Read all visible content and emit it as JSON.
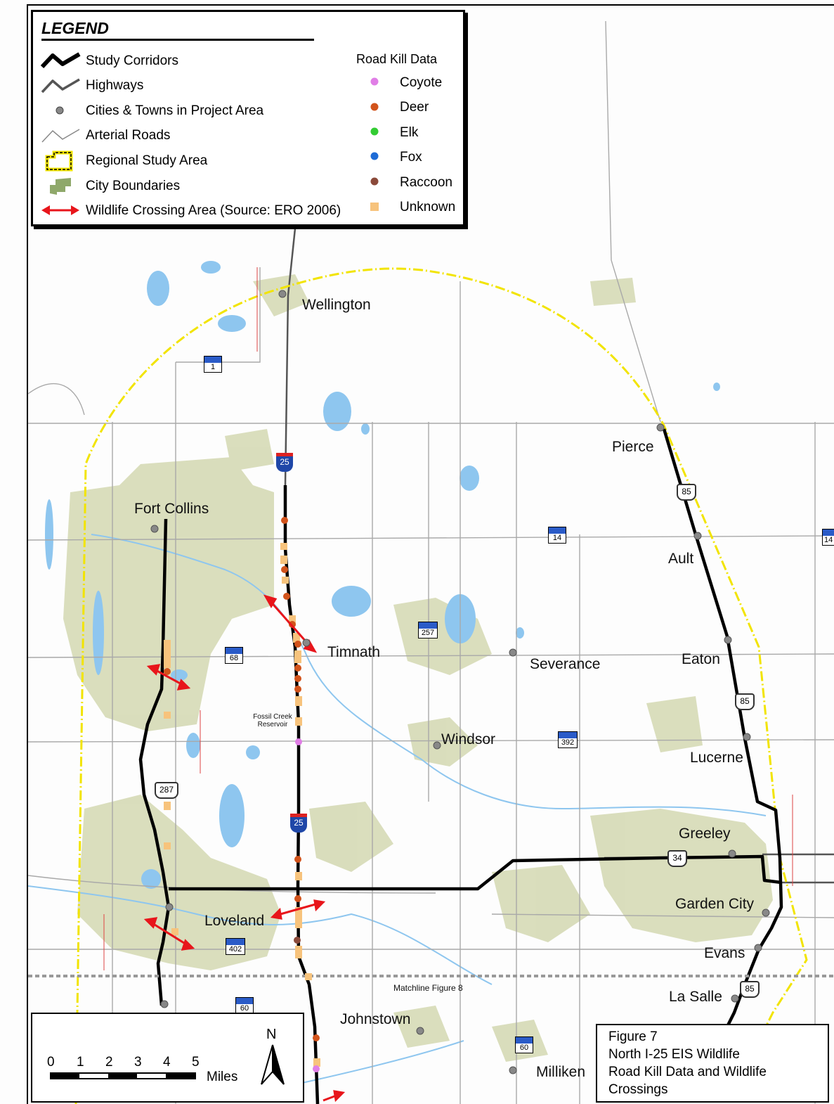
{
  "legend": {
    "title": "LEGEND",
    "items": [
      {
        "label": "Study Corridors",
        "icon": "thick-black-line-icon"
      },
      {
        "label": "Highways",
        "icon": "dark-gray-line-icon"
      },
      {
        "label": "Cities & Towns in Project Area",
        "icon": "gray-dot-icon"
      },
      {
        "label": "Arterial Roads",
        "icon": "thin-gray-line-icon"
      },
      {
        "label": "Regional Study Area",
        "icon": "yellow-dashed-outline-icon"
      },
      {
        "label": "City Boundaries",
        "icon": "green-polygon-icon"
      },
      {
        "label": "Wildlife Crossing Area (Source: ERO 2006)",
        "icon": "red-double-arrow-icon"
      }
    ],
    "roadkill_title": "Road Kill Data",
    "roadkill": [
      {
        "label": "Coyote",
        "color": "#e07ee6"
      },
      {
        "label": "Deer",
        "color": "#d2531b"
      },
      {
        "label": "Elk",
        "color": "#33cc33"
      },
      {
        "label": "Fox",
        "color": "#1e6bd6"
      },
      {
        "label": "Raccoon",
        "color": "#8b4a3a"
      },
      {
        "label": "Unknown",
        "color": "#f7c37c"
      }
    ]
  },
  "cities": {
    "wellington": "Wellington",
    "pierce": "Pierce",
    "fort_collins": "Fort Collins",
    "ault": "Ault",
    "timnath": "Timnath",
    "severance": "Severance",
    "eaton": "Eaton",
    "windsor": "Windsor",
    "lucerne": "Lucerne",
    "greeley": "Greeley",
    "loveland": "Loveland",
    "garden_city": "Garden City",
    "evans": "Evans",
    "la_salle": "La Salle",
    "johnstown": "Johnstown",
    "milliken": "Milliken"
  },
  "labels": {
    "reservoir_line1": "Fossil Creek",
    "reservoir_line2": "Reservoir",
    "matchline": "Matchline Figure 8"
  },
  "shields": {
    "i25_north": "25",
    "i25_south": "25",
    "co1": "1",
    "co14_a": "14",
    "co14_b": "14",
    "co257": "257",
    "co68": "68",
    "co392": "392",
    "co402": "402",
    "co60_a": "60",
    "co60_b": "60",
    "us85_a": "85",
    "us85_b": "85",
    "us85_c": "85",
    "us287": "287",
    "us34": "34"
  },
  "scale": {
    "ticks": [
      "0",
      "1",
      "2",
      "3",
      "4",
      "5"
    ],
    "unit": "Miles",
    "north": "N"
  },
  "figure": {
    "line1": "Figure 7",
    "line2": "North I-25 EIS Wildlife",
    "line3": "Road Kill Data and Wildlife",
    "line4": "Crossings"
  },
  "colors": {
    "study_corridor": "#000000",
    "study_area": "#f2e400",
    "city_boundary": "#c9cfa6",
    "water": "#8ec6ef",
    "arterial": "#a0a0a0",
    "crossing": "#e8151b"
  }
}
